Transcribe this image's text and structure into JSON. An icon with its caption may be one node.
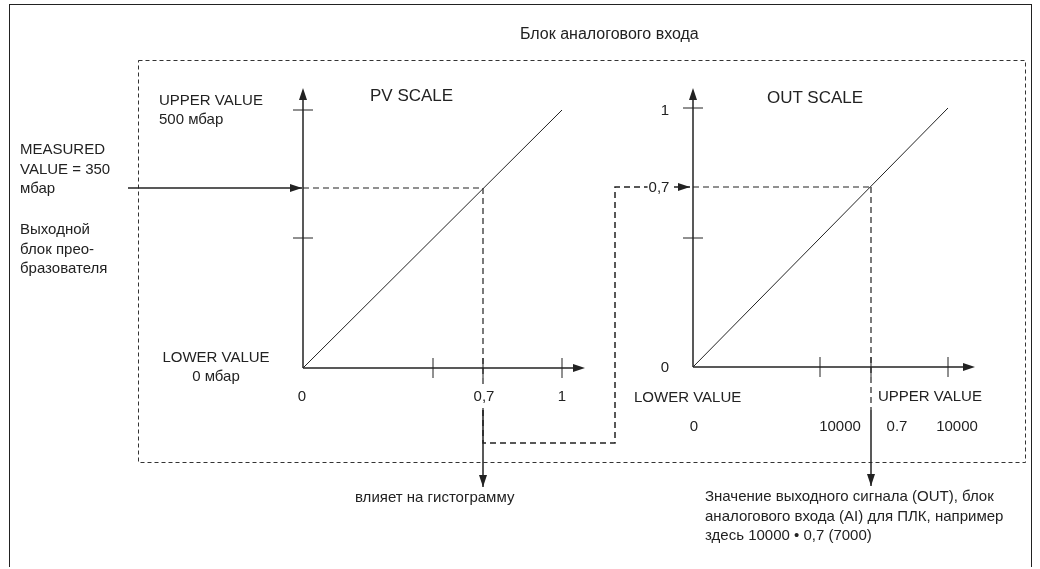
{
  "diagram": {
    "nodes": [
      {
        "text": [
          "Блок аналогового входа"
        ]
      },
      {
        "text": [
          "PV SCALE"
        ],
        "in": 0
      },
      {
        "text": [
          "OUT SCALE"
        ],
        "in": 0
      },
      {
        "text": [
          "MEASURED VALUE = 350 мбар",
          "Выходной блок прео- бразователя"
        ]
      },
      {
        "text": [
          "влияет на гистограмму"
        ]
      },
      {
        "text": [
          "Значение выходного сигнала (OUT), блок аналогового входа (AI) для ПЛК, например здесь 10000 • 0,7 (7000)"
        ]
      }
    ],
    "edges": [
      {
        "from": 3,
        "to": 1,
        "arrow": "to"
      },
      {
        "from": 1,
        "to": 2,
        "arrow": "to",
        "style": "dashed"
      },
      {
        "from": 1,
        "to": 4,
        "arrow": "to"
      },
      {
        "from": 2,
        "to": 5,
        "arrow": "to"
      }
    ],
    "labels": [
      "UPPER VALUE 500 мбар",
      "1",
      "0,7",
      "LOWER VALUE 0 мбар",
      "0",
      "0",
      "0,7",
      "1",
      "LOWER VALUE",
      "UPPER VALUE",
      "0",
      "10000",
      "0.7",
      "10000"
    ]
  }
}
